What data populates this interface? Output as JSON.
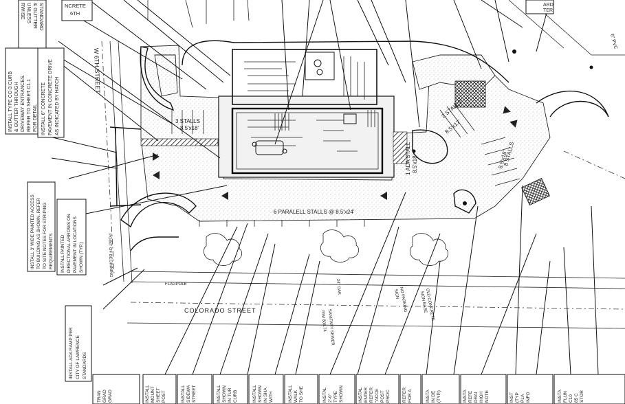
{
  "notes": {
    "curb_gutter_standard": [
      "STANDARD",
      "& GUTTER",
      "UNLESS",
      "RWISE"
    ],
    "concrete_top": [
      "NCRETE",
      "6TH"
    ],
    "concrete_drive": [
      "INSTALL 6\" CONCRETE",
      "PAVEMENT IN CONCRETE DRIVE",
      "AS INDICATED BY HATCH"
    ],
    "curb_gutter_cg": [
      "INSTALL TYPE CG-3 CURB",
      "& GUTTER THROUGH",
      "DRIVEWAY ENTRANCES.",
      "REFER TO SHEET C1.1",
      "FOR DETAIL"
    ],
    "access_aisle": [
      "INSTALL 3' WIDE PAINTED ACCESS",
      "TO BUILDING AS SHOWN. REFER",
      "TO SITE NOTES FOR STRIPING",
      "REQUIREMENTS"
    ],
    "directional_arrows": [
      "INSTALL PAINTED",
      "DIRECTIONAL ARROWS ON",
      "PAVEMENT IN LOCATIONS",
      "SHOWN (TYP.)"
    ],
    "ada_ramp": [
      "INSTALL ADA RAMP PER",
      "CITY OF LAWRENCE",
      "STANDARDS"
    ],
    "top_right_corner": [
      "ARD",
      "TER"
    ]
  },
  "bottom_notes": [
    [
      "TRAN",
      "GRAD",
      "GRAD"
    ],
    [
      "INSTALL",
      "MOUNT",
      "SHEET",
      "POST"
    ],
    [
      "INSTALL",
      "SIDEWA",
      "STREET"
    ],
    [
      "INSTALL",
      "SHOWN",
      "IN TUR",
      "CURB"
    ],
    [
      "INSTALL",
      "SHOWN",
      "IN SHA",
      "WITH"
    ],
    [
      "INSTALL",
      "WALK",
      "TO SHE"
    ],
    [
      "INSTAL",
      "2'-0\"",
      "TYPE",
      "SHOWN"
    ],
    [
      "INSTAL",
      "ENTER",
      "REFER",
      "\"ACCE",
      "POST",
      "PROC"
    ],
    [
      "REFER",
      "FOR A"
    ],
    [
      "INSTA",
      "IN DE",
      "(TYP.)"
    ],
    [
      "INSTA",
      "REFE",
      "DRAI",
      "HIGH",
      "NOTE"
    ],
    [
      "INST",
      "(TYP",
      "PLA",
      "INFO"
    ],
    [
      "INSTA",
      "FLUN",
      "C10",
      "85 C",
      "STOR"
    ]
  ],
  "labels": {
    "stalls_3": "3 STALLS",
    "stalls_3_dim": "8.5'x18'",
    "stalls_2": "2 STALLS",
    "stalls_2_dim": "8.5'x17'",
    "stalls_8": "8 STALLS",
    "stalls_8_dim": "8.5'x18'",
    "ada_stall": "1 ADA STALL",
    "ada_stall_dim": "8.5'x18'",
    "parallel_stalls": "6 PARALELL STALLS @ 8.5'x24'",
    "street_6th": "W 6TH STREET",
    "colorado_street": "COLORADO STREET",
    "no_parking": "NO PARKING",
    "no_parking_sign": "SIGN",
    "old_concrete": "OLD CONCRETE",
    "sign_base": "SIGN BASE",
    "sanitary_sewer": "SANITARY SEWER",
    "rim": "RIM 808.74",
    "oak_24": "24\" OAK",
    "flagpole": "FLAGPOLE",
    "point_of_beginning": "POINT OF BEGINNING",
    "pvc": "6\" PVC"
  },
  "colors": {
    "ink": "#111111",
    "paper": "#ffffff",
    "stipple": "#9a9a9a",
    "building_fill": "#d8d8d8"
  }
}
